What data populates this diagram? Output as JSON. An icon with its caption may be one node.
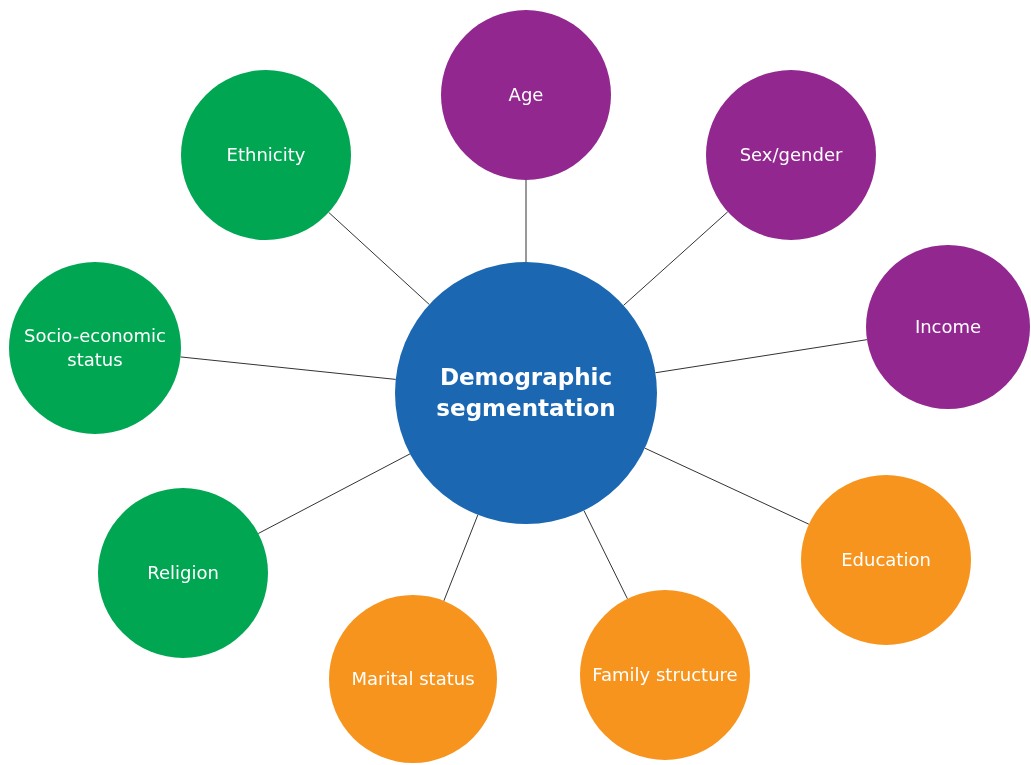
{
  "diagram": {
    "nodes": [
      {
        "text": [
          "Demographic segmentation"
        ]
      },
      {
        "text": [
          "Age"
        ]
      },
      {
        "text": [
          "Ethnicity"
        ]
      },
      {
        "text": [
          "Sex/gender"
        ]
      },
      {
        "text": [
          "Income"
        ]
      },
      {
        "text": [
          "Socio-economic status"
        ]
      },
      {
        "text": [
          "Education"
        ]
      },
      {
        "text": [
          "Religion"
        ]
      },
      {
        "text": [
          "Family structure"
        ]
      },
      {
        "text": [
          "Marital status"
        ]
      }
    ],
    "edges": [
      {
        "from": 0,
        "to": 1,
        "arrow": "none"
      },
      {
        "from": 0,
        "to": 2,
        "arrow": "none"
      },
      {
        "from": 0,
        "to": 3,
        "arrow": "none"
      },
      {
        "from": 0,
        "to": 4,
        "arrow": "none"
      },
      {
        "from": 0,
        "to": 5,
        "arrow": "none"
      },
      {
        "from": 0,
        "to": 6,
        "arrow": "none"
      },
      {
        "from": 0,
        "to": 7,
        "arrow": "none"
      },
      {
        "from": 0,
        "to": 8,
        "arrow": "none"
      },
      {
        "from": 0,
        "to": 9,
        "arrow": "none"
      }
    ]
  }
}
